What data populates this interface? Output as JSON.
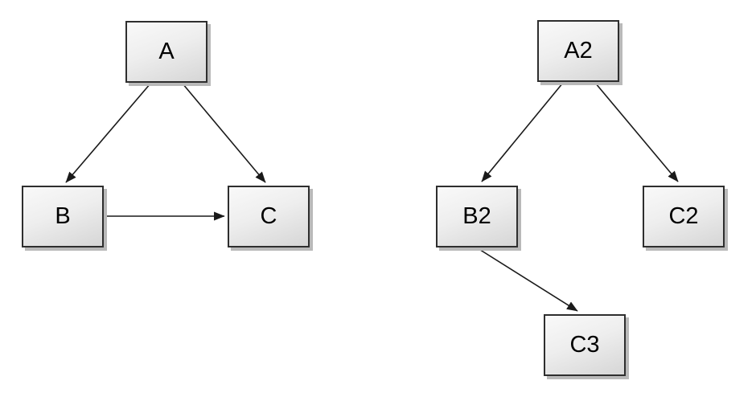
{
  "diagram": {
    "background_color": "#ffffff",
    "node_fill_top": "#f9f9f9",
    "node_fill_bottom": "#d6d6d6",
    "node_border_color": "#2e2e2e",
    "node_shadow_color": "#b9b9b9",
    "edge_color": "#1a1a1a",
    "label_color": "#000000",
    "nodes": {
      "a": {
        "label": "A"
      },
      "b": {
        "label": "B"
      },
      "c": {
        "label": "C"
      },
      "a2": {
        "label": "A2"
      },
      "b2": {
        "label": "B2"
      },
      "c2": {
        "label": "C2"
      },
      "c3": {
        "label": "C3"
      }
    },
    "edges": [
      {
        "from": "A",
        "to": "B"
      },
      {
        "from": "A",
        "to": "C"
      },
      {
        "from": "B",
        "to": "C"
      },
      {
        "from": "A2",
        "to": "B2"
      },
      {
        "from": "A2",
        "to": "C2"
      },
      {
        "from": "B2",
        "to": "C3"
      }
    ]
  }
}
